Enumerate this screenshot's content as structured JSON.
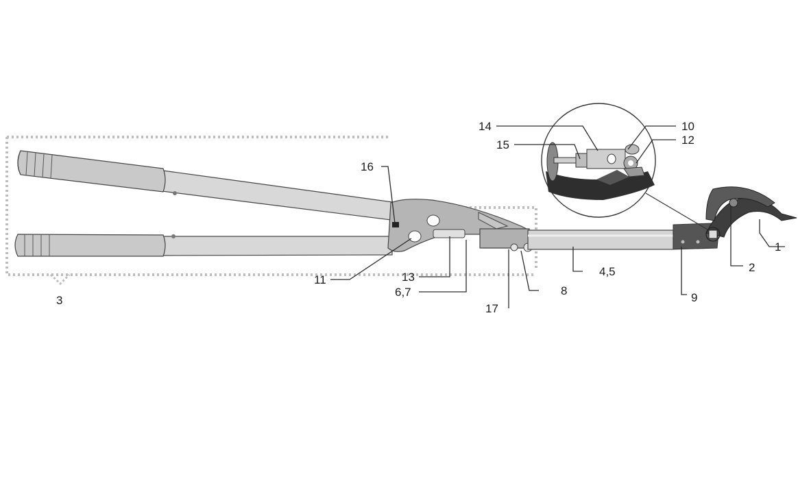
{
  "diagram": {
    "labels": {
      "l1": "1",
      "l2": "2",
      "l3": "3",
      "l45": "4,5",
      "l67": "6,7",
      "l8": "8",
      "l9": "9",
      "l10": "10",
      "l11": "11",
      "l12": "12",
      "l13": "13",
      "l14": "14",
      "l15": "15",
      "l16": "16",
      "l17": "17"
    },
    "colors": {
      "handle_grey": "#cfcfcf",
      "grip_grey": "#c2c2c2",
      "metal_grey": "#a9a9a9",
      "blade_dark": "#4a4a4a",
      "outline": "#444444",
      "dotted_box": "#bdbdbd"
    }
  }
}
